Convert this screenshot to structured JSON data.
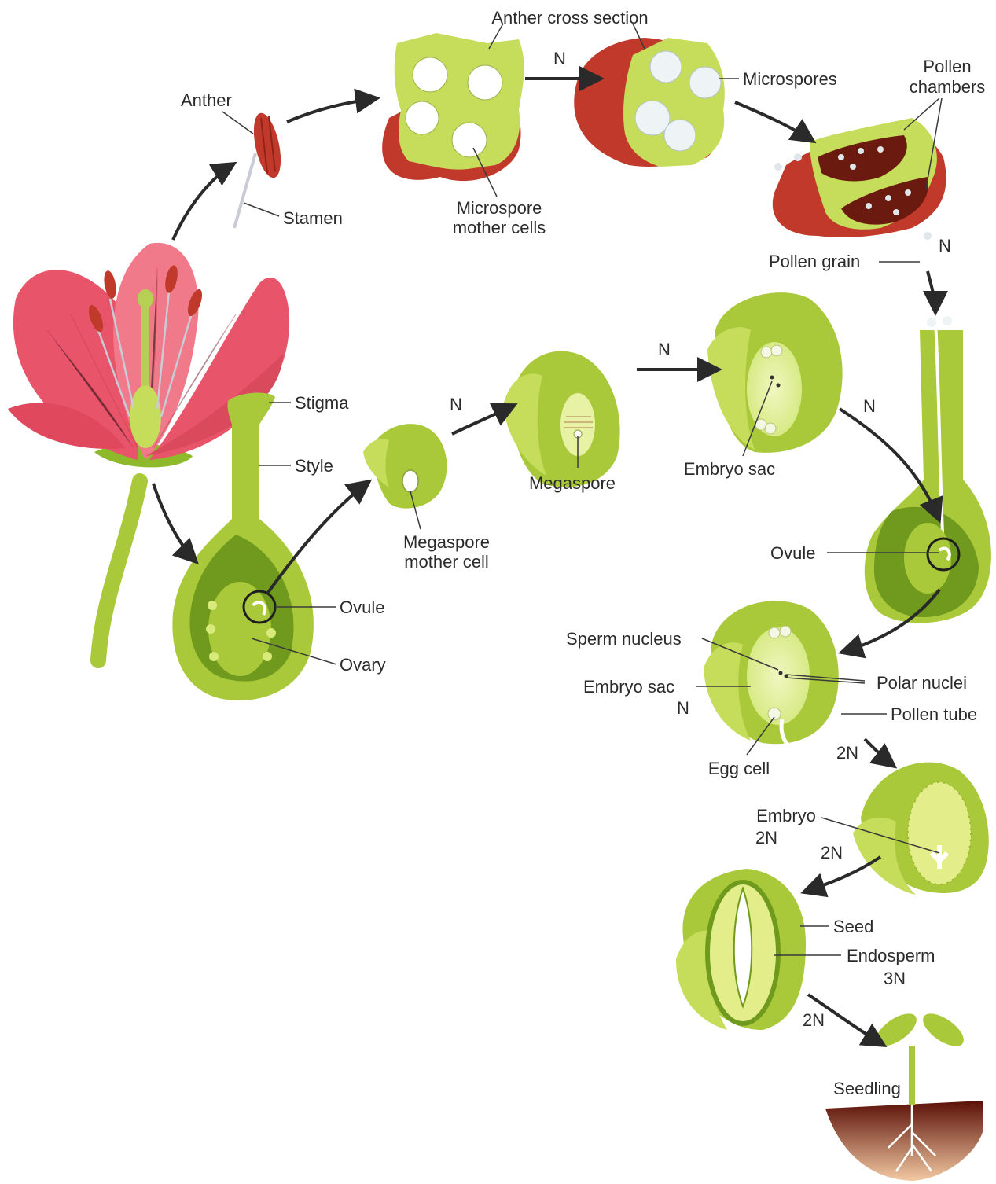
{
  "labels": {
    "anther": "Anther",
    "stamen": "Stamen",
    "anther_cross_section": "Anther cross section",
    "microspore_mother_cells_1": "Microspore",
    "microspore_mother_cells_2": "mother cells",
    "microspores": "Microspores",
    "pollen_chambers_1": "Pollen",
    "pollen_chambers_2": "chambers",
    "pollen_grain": "Pollen grain",
    "stigma": "Stigma",
    "style": "Style",
    "ovule_left": "Ovule",
    "ovary": "Ovary",
    "megaspore_mother_cell_1": "Megaspore",
    "megaspore_mother_cell_2": "mother cell",
    "megaspore": "Megaspore",
    "embryo_sac_top": "Embryo sac",
    "ovule_right": "Ovule",
    "sperm_nucleus": "Sperm nucleus",
    "embryo_sac_mid": "Embryo sac",
    "polar_nuclei": "Polar nuclei",
    "pollen_tube": "Pollen tube",
    "egg_cell": "Egg cell",
    "embryo": "Embryo",
    "embryo_ploidy": "2N",
    "seed": "Seed",
    "endosperm": "Endosperm",
    "endosperm_ploidy": "3N",
    "seedling": "Seedling"
  },
  "ploidy": {
    "n_anther_to_micro": "N",
    "n_pollen_grain": "N",
    "n_megaspore_mc": "N",
    "n_embryo_sac": "N",
    "n_to_ovule": "N",
    "n_embryo_sac_mid": "N",
    "twoN_fertilized": "2N",
    "twoN_to_seed": "2N",
    "twoN_to_seedling": "2N"
  },
  "colors": {
    "petal": "#e8556a",
    "petal_light": "#f7a6b0",
    "plant_green": "#a9c93a",
    "light_green": "#d7ea7a",
    "dark_green": "#6f9a1e",
    "anther_red": "#c0392b",
    "soil": "#7a1f0f"
  }
}
